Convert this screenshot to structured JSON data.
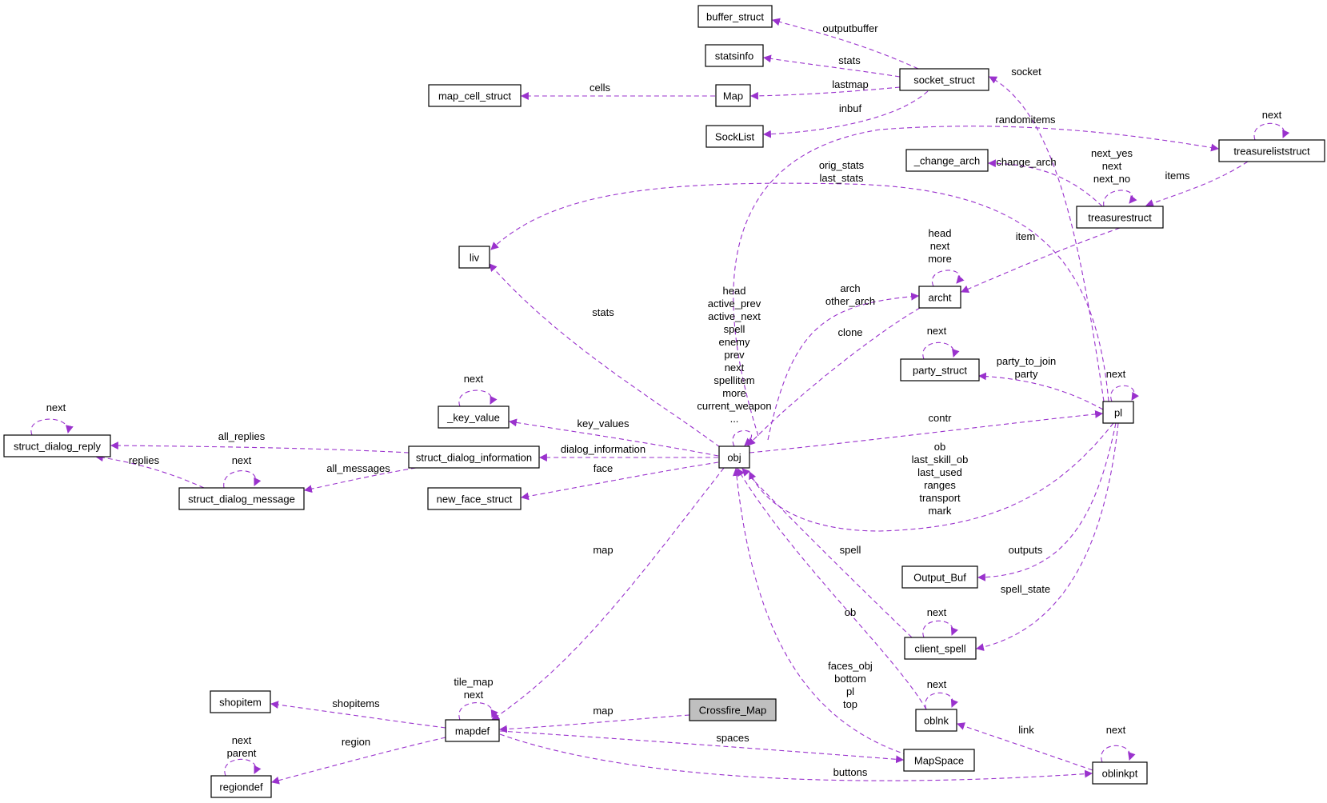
{
  "diagram": {
    "nodes": {
      "buffer_struct": "buffer_struct",
      "statsinfo": "statsinfo",
      "socket_struct": "socket_struct",
      "map_cell_struct": "map_cell_struct",
      "Map": "Map",
      "SockList": "SockList",
      "treasureliststruct": "treasureliststruct",
      "change_arch": "_change_arch",
      "treasurestruct": "treasurestruct",
      "liv": "liv",
      "archt": "archt",
      "party_struct": "party_struct",
      "pl": "pl",
      "key_value": "_key_value",
      "struct_dialog_reply": "struct_dialog_reply",
      "struct_dialog_information": "struct_dialog_information",
      "obj": "obj",
      "struct_dialog_message": "struct_dialog_message",
      "new_face_struct": "new_face_struct",
      "Output_Buf": "Output_Buf",
      "client_spell": "client_spell",
      "shopitem": "shopitem",
      "Crossfire_Map": "Crossfire_Map",
      "mapdef": "mapdef",
      "oblnk": "oblnk",
      "regiondef": "regiondef",
      "MapSpace": "MapSpace",
      "oblinkpt": "oblinkpt"
    },
    "edges": {
      "outputbuffer": [
        "outputbuffer"
      ],
      "stats_socket": [
        "stats"
      ],
      "lastmap": [
        "lastmap"
      ],
      "inbuf": [
        "inbuf"
      ],
      "cells": [
        "cells"
      ],
      "socket": [
        "socket"
      ],
      "randomitems": [
        "randomitems"
      ],
      "tl_next": [
        "next"
      ],
      "change_arch": [
        "change_arch"
      ],
      "ts_self": [
        "next_yes",
        "next",
        "next_no"
      ],
      "items": [
        "items"
      ],
      "orig_stats": [
        "orig_stats",
        "last_stats"
      ],
      "archt_self": [
        "head",
        "next",
        "more"
      ],
      "item": [
        "item"
      ],
      "stats_obj": [
        "stats"
      ],
      "obj_self": [
        "head",
        "active_prev",
        "active_next",
        "spell",
        "enemy",
        "prev",
        "next",
        "spellitem",
        "more",
        "current_weapon",
        "..."
      ],
      "arch": [
        "arch",
        "other_arch"
      ],
      "clone": [
        "clone"
      ],
      "party_self": [
        "next"
      ],
      "party": [
        "party_to_join",
        "party"
      ],
      "pl_self": [
        "next"
      ],
      "kv_self": [
        "next"
      ],
      "key_values": [
        "key_values"
      ],
      "contr": [
        "contr"
      ],
      "reply_self": [
        "next"
      ],
      "all_replies": [
        "all_replies"
      ],
      "dialog_information": [
        "dialog_information"
      ],
      "ob_pl": [
        "ob",
        "last_skill_ob",
        "last_used",
        "ranges",
        "transport",
        "mark"
      ],
      "replies": [
        "replies"
      ],
      "msg_self": [
        "next"
      ],
      "all_messages": [
        "all_messages"
      ],
      "face": [
        "face"
      ],
      "map_obj": [
        "map"
      ],
      "spell": [
        "spell"
      ],
      "outputs": [
        "outputs"
      ],
      "spell_state": [
        "spell_state"
      ],
      "ob_oblnk": [
        "ob"
      ],
      "cs_self": [
        "next"
      ],
      "faces_obj": [
        "faces_obj",
        "bottom",
        "pl",
        "top"
      ],
      "oblnk_self": [
        "next"
      ],
      "mapdef_self": [
        "tile_map",
        "next"
      ],
      "shopitems": [
        "shopitems"
      ],
      "map_cf": [
        "map"
      ],
      "region_self": [
        "next",
        "parent"
      ],
      "region": [
        "region"
      ],
      "spaces": [
        "spaces"
      ],
      "link": [
        "link"
      ],
      "oblinkpt_self": [
        "next"
      ],
      "buttons": [
        "buttons"
      ]
    }
  }
}
